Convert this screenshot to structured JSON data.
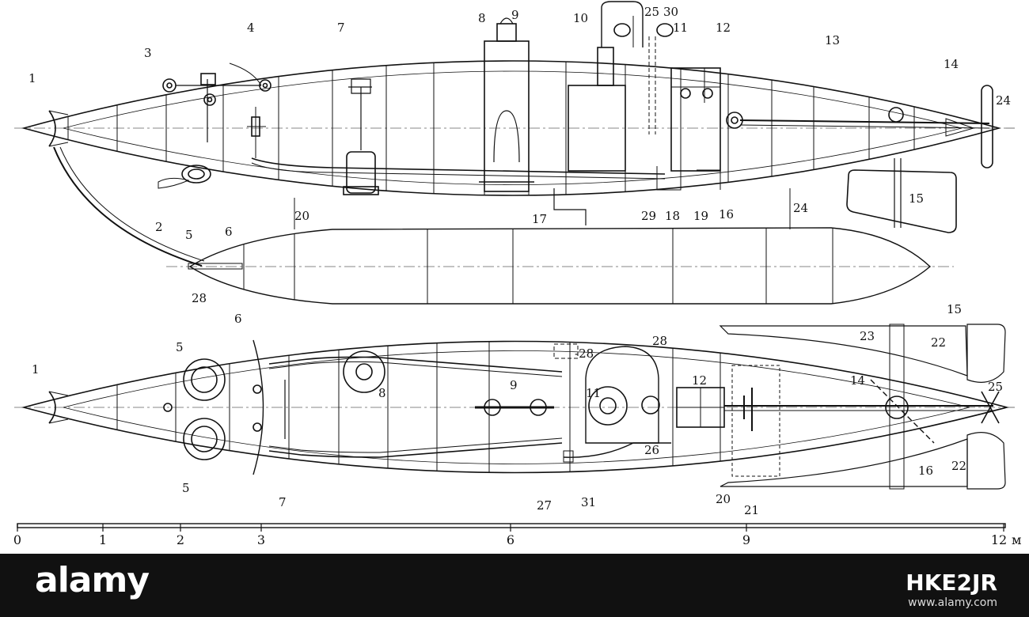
{
  "side_view": {
    "callouts": [
      "1",
      "2",
      "3",
      "4",
      "5",
      "6",
      "7",
      "8",
      "9",
      "10",
      "11",
      "12",
      "13",
      "14",
      "15",
      "16",
      "17",
      "18",
      "19",
      "20",
      "24",
      "24",
      "25",
      "28",
      "29",
      "30"
    ]
  },
  "top_view": {
    "callouts": [
      "1",
      "5",
      "5",
      "6",
      "7",
      "8",
      "9",
      "11",
      "12",
      "14",
      "15",
      "16",
      "20",
      "21",
      "22",
      "22",
      "23",
      "25",
      "26",
      "27",
      "28",
      "-28",
      "31"
    ]
  },
  "scale": {
    "ticks": [
      "0",
      "1",
      "2",
      "3",
      "6",
      "9",
      "12"
    ],
    "unit": "м"
  },
  "watermark": {
    "brand": "alamy",
    "id": "HKE2JR",
    "site": "www.alamy.com"
  },
  "colors": {
    "ink": "#111111",
    "paper": "#ffffff",
    "bar": "#111111"
  }
}
